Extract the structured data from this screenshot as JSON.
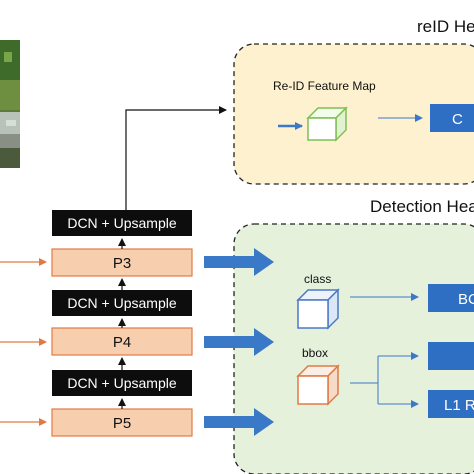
{
  "reid_head": {
    "title": "reID He",
    "feature_map_label": "Re-ID Feature Map",
    "output_label": "C"
  },
  "detection_head": {
    "title": "Detection Hea",
    "class_label": "class",
    "bbox_label": "bbox",
    "outputs": [
      "BC",
      "",
      "L1 R"
    ]
  },
  "neck": {
    "blocks": [
      "DCN + Upsample",
      "DCN + Upsample",
      "DCN + Upsample"
    ],
    "levels": [
      "P3",
      "P4",
      "P5"
    ]
  },
  "colors": {
    "level_fill": "#f8cfae",
    "level_stroke": "#e07a45",
    "reid_panel_fill": "#fdf1cf",
    "detection_panel_fill": "#e6f1dc",
    "output_blue": "#2f6fc3",
    "arrow_blue": "#3a78c8",
    "feature_cube_green": "#7fbf55",
    "cube_blue": "#4a78c8",
    "cube_orange": "#e07a45"
  }
}
